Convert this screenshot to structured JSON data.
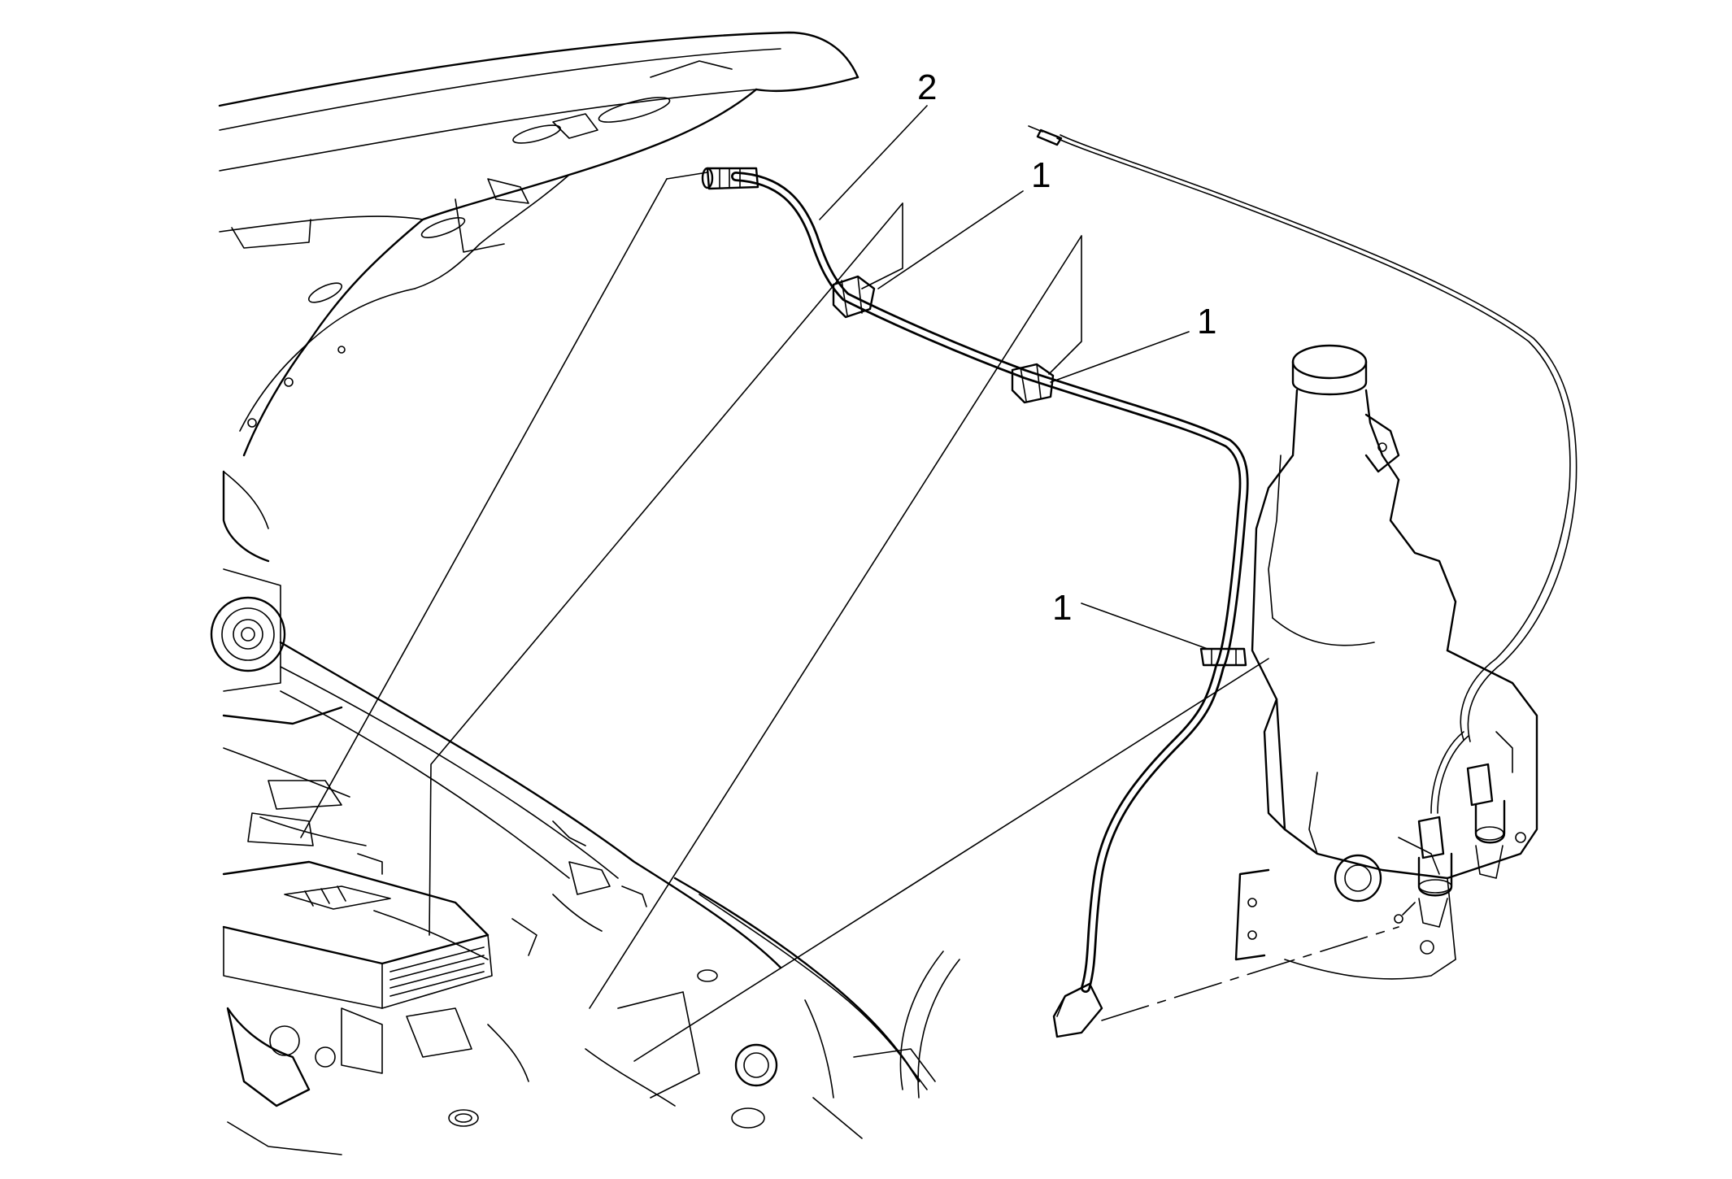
{
  "callouts": [
    {
      "id": "clip-upper",
      "label": "1"
    },
    {
      "id": "clip-middle",
      "label": "1"
    },
    {
      "id": "clip-lower",
      "label": "1"
    },
    {
      "id": "hose",
      "label": "2"
    }
  ],
  "colors": {
    "line": "#000000",
    "background": "#ffffff"
  }
}
